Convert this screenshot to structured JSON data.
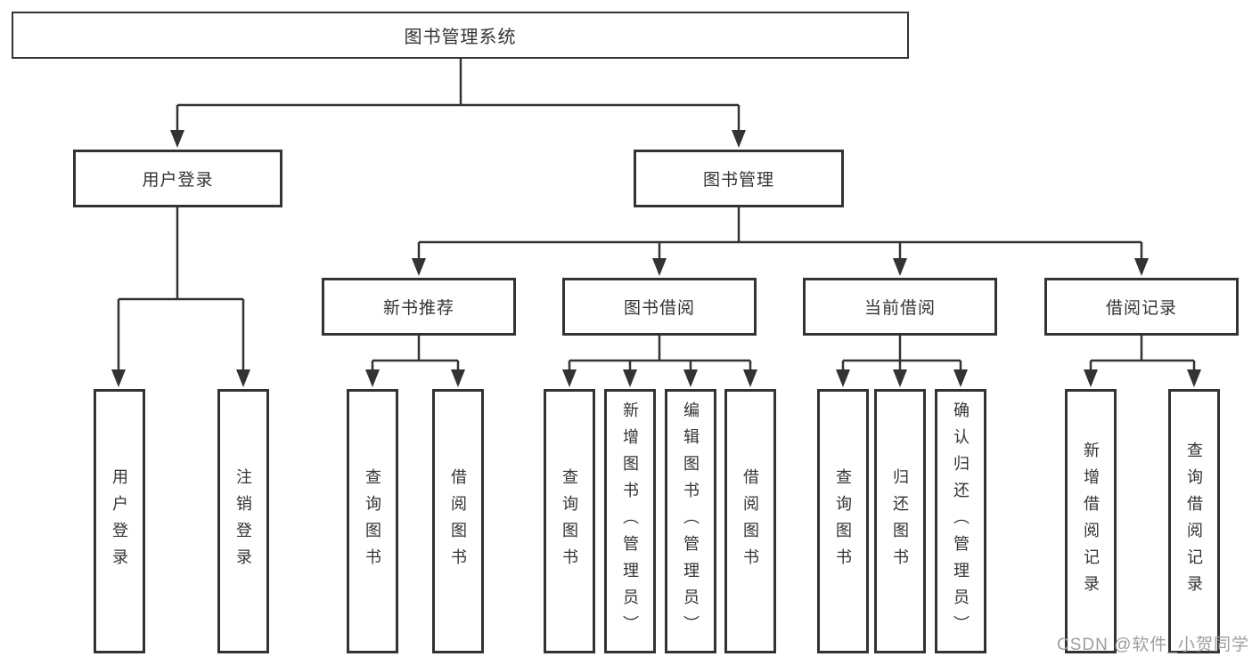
{
  "diagram_type": "hierarchy-tree",
  "colors": {
    "line": "#333333",
    "text": "#333333",
    "box_fill": "#ffffff",
    "background": "#ffffff",
    "watermark": "#9e9e9e"
  },
  "tree": {
    "root": {
      "label": "图书管理系统"
    },
    "children": [
      {
        "label": "用户登录",
        "children": [
          {
            "label": "用户登录"
          },
          {
            "label": "注销登录"
          }
        ]
      },
      {
        "label": "图书管理",
        "children": [
          {
            "label": "新书推荐",
            "children": [
              {
                "label": "查询图书"
              },
              {
                "label": "借阅图书"
              }
            ]
          },
          {
            "label": "图书借阅",
            "children": [
              {
                "label": "查询图书"
              },
              {
                "label": "新增图书（管理员）"
              },
              {
                "label": "编辑图书（管理员）"
              },
              {
                "label": "借阅图书"
              }
            ]
          },
          {
            "label": "当前借阅",
            "children": [
              {
                "label": "查询图书"
              },
              {
                "label": "归还图书"
              },
              {
                "label": "确认归还（管理员）"
              }
            ]
          },
          {
            "label": "借阅记录",
            "children": [
              {
                "label": "新增借阅记录"
              },
              {
                "label": "查询借阅记录"
              }
            ]
          }
        ]
      }
    ]
  },
  "watermark": {
    "text": "CSDN @软件_小贺同学"
  }
}
